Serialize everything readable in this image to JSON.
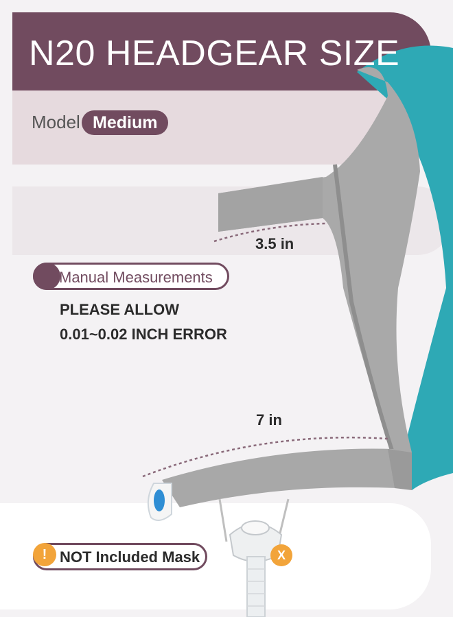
{
  "header": {
    "title": "N20 HEADGEAR SIZE",
    "model_label": "Model",
    "model_value": "Medium"
  },
  "measurements": {
    "badge": "Manual Measurements",
    "note_line1": "PLEASE ALLOW",
    "note_line2": "0.01~0.02 INCH ERROR",
    "upper_strap": "3.5 in",
    "lower_strap": "7 in"
  },
  "footer": {
    "warning_icon": "!",
    "label": "NOT Included Mask",
    "x_icon": "X"
  },
  "colors": {
    "brand_plum": "#714b5f",
    "light_mauve": "#e6dade",
    "strap_gray": "#a6a6a6",
    "teal": "#2ea9b5",
    "warning_orange": "#f2a43a"
  },
  "icons": [
    "warning-icon",
    "x-mark-icon",
    "headgear-strap-image",
    "nasal-mask-image"
  ]
}
